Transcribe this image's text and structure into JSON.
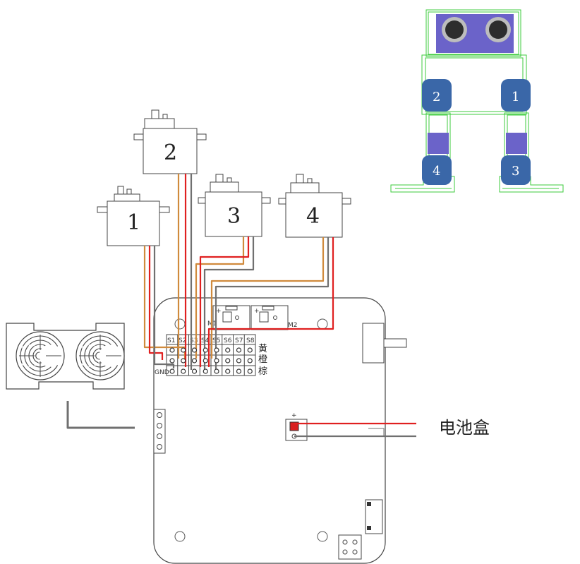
{
  "servos": [
    {
      "label": "1"
    },
    {
      "label": "2"
    },
    {
      "label": "3"
    },
    {
      "label": "4"
    }
  ],
  "robot_joints": [
    {
      "label": "2"
    },
    {
      "label": "1"
    },
    {
      "label": "4"
    },
    {
      "label": "3"
    }
  ],
  "board": {
    "servo_headers": [
      "S1",
      "S2",
      "S3",
      "S4",
      "S5",
      "S6",
      "S7",
      "S8"
    ],
    "motor_labels": [
      "M1",
      "M2"
    ],
    "row_labels": [
      "黄",
      "橙",
      "棕"
    ],
    "gnd_label": "GND",
    "plus_sign": "+"
  },
  "battery": {
    "label": "电池盒",
    "plus": "+"
  },
  "colors": {
    "signal_wire": "#d08a3c",
    "power_wire": "#e02020",
    "ground_wire": "#707070",
    "robot_outline": "#3ccb3c",
    "joint_fill": "#3a67a8",
    "sensor_fill": "#6b63c9"
  }
}
